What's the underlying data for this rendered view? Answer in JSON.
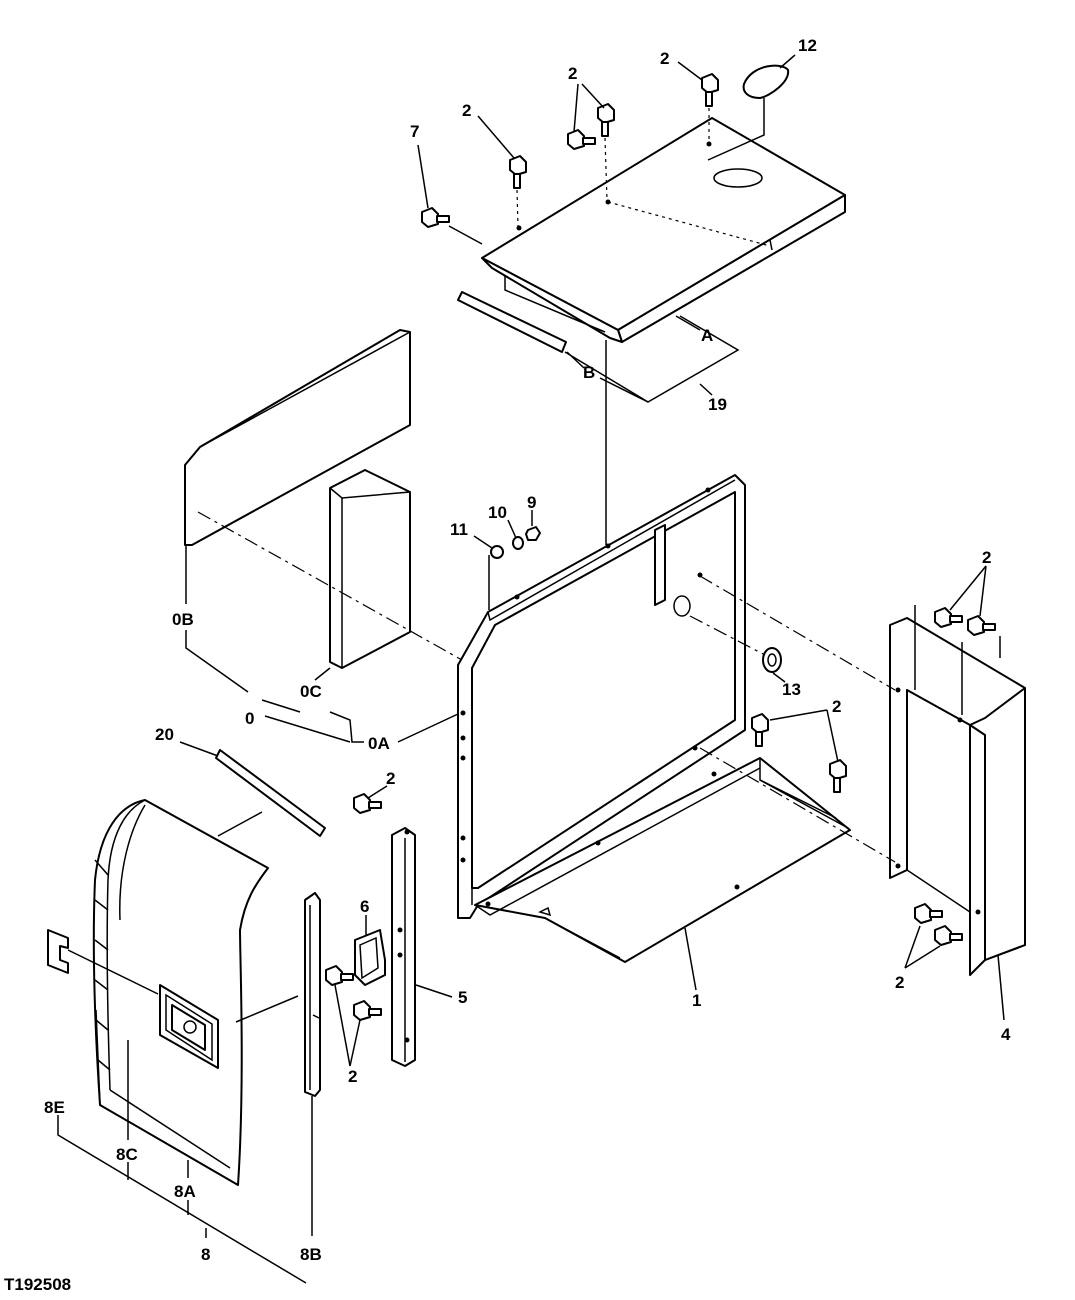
{
  "drawing_ref": "T192508",
  "labels": {
    "p1": "1",
    "p2": "2",
    "p4": "4",
    "p5": "5",
    "p6": "6",
    "p7": "7",
    "p8": "8",
    "p8A": "8A",
    "p8B": "8B",
    "p8C": "8C",
    "p8E": "8E",
    "p9": "9",
    "p10": "10",
    "p11": "11",
    "p12": "12",
    "p13": "13",
    "p19": "19",
    "p20": "20",
    "p0": "0",
    "p0A": "0A",
    "p0B": "0B",
    "p0C": "0C",
    "pA": "A",
    "pB": "B"
  }
}
